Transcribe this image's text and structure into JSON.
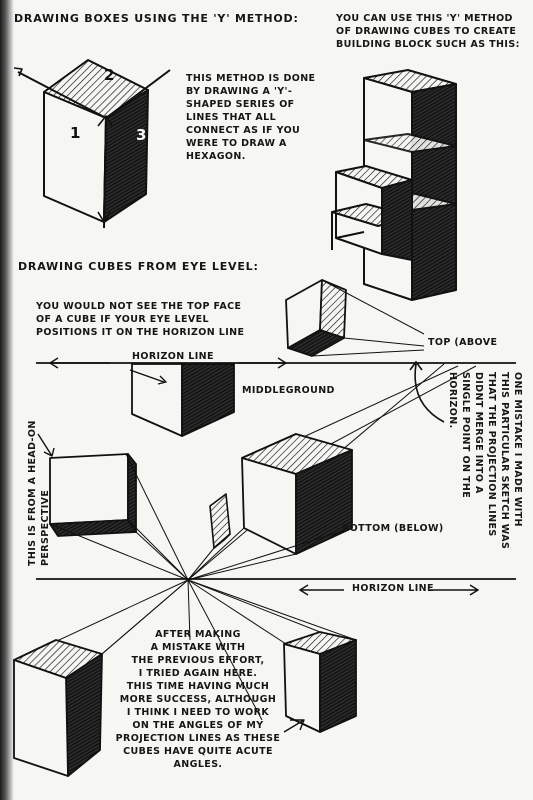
{
  "section1": {
    "title": "Drawing boxes using the 'y' method:",
    "face_labels": [
      "1",
      "2",
      "3"
    ],
    "note": [
      "This method is done",
      "by drawing a 'y'-",
      "shaped series of",
      "lines that all",
      "connect as if you",
      "were to draw a",
      "hexagon."
    ]
  },
  "section2": {
    "intro": [
      "You can use this 'y' method",
      "of drawing cubes to create",
      "building block such as this:"
    ]
  },
  "section3": {
    "title": "Drawing cubes from eye level:",
    "note_top_face": [
      "You would not see the top face",
      "of a cube if your eye level",
      "positions it on the horizon line"
    ],
    "horizon_label_top": "Horizon line",
    "label_top": "Top (above",
    "label_middle": "Middleground",
    "label_bottom": "Bottom (below)",
    "head_on_note": [
      "This is from a head-on",
      "perspective"
    ],
    "mistake_note": [
      "One mistake I made with",
      "this particular sketch was",
      "that the projection lines",
      "didnt merge into a",
      "single point on the",
      "horizon."
    ],
    "horizon_label_bottom": "Horizon line",
    "after_note": [
      "After making",
      "a mistake with",
      "the previous effort,",
      "I tried again here.",
      "This time having much",
      "more success, although",
      "I think I need to work",
      "on the angles of my",
      "projection lines as these",
      "cubes have quite acute",
      "angles."
    ]
  }
}
